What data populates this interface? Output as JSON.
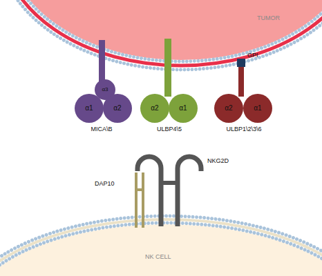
{
  "diagram": {
    "nodes": [
      {
        "text": [
          "TUMOR"
        ]
      },
      {
        "text": [
          "α3"
        ]
      },
      {
        "text": [
          "α1"
        ]
      },
      {
        "text": [
          "α2"
        ]
      },
      {
        "text": [
          "α2"
        ]
      },
      {
        "text": [
          "α1"
        ]
      },
      {
        "text": [
          "α2"
        ]
      },
      {
        "text": [
          "α1"
        ]
      },
      {
        "text": [
          "NK CELL"
        ]
      }
    ],
    "labels": [
      "GPI",
      "MICA\\B",
      "ULBP4\\5",
      "ULBP1\\2\\3\\6",
      "NKG2D",
      "DAP10"
    ]
  }
}
